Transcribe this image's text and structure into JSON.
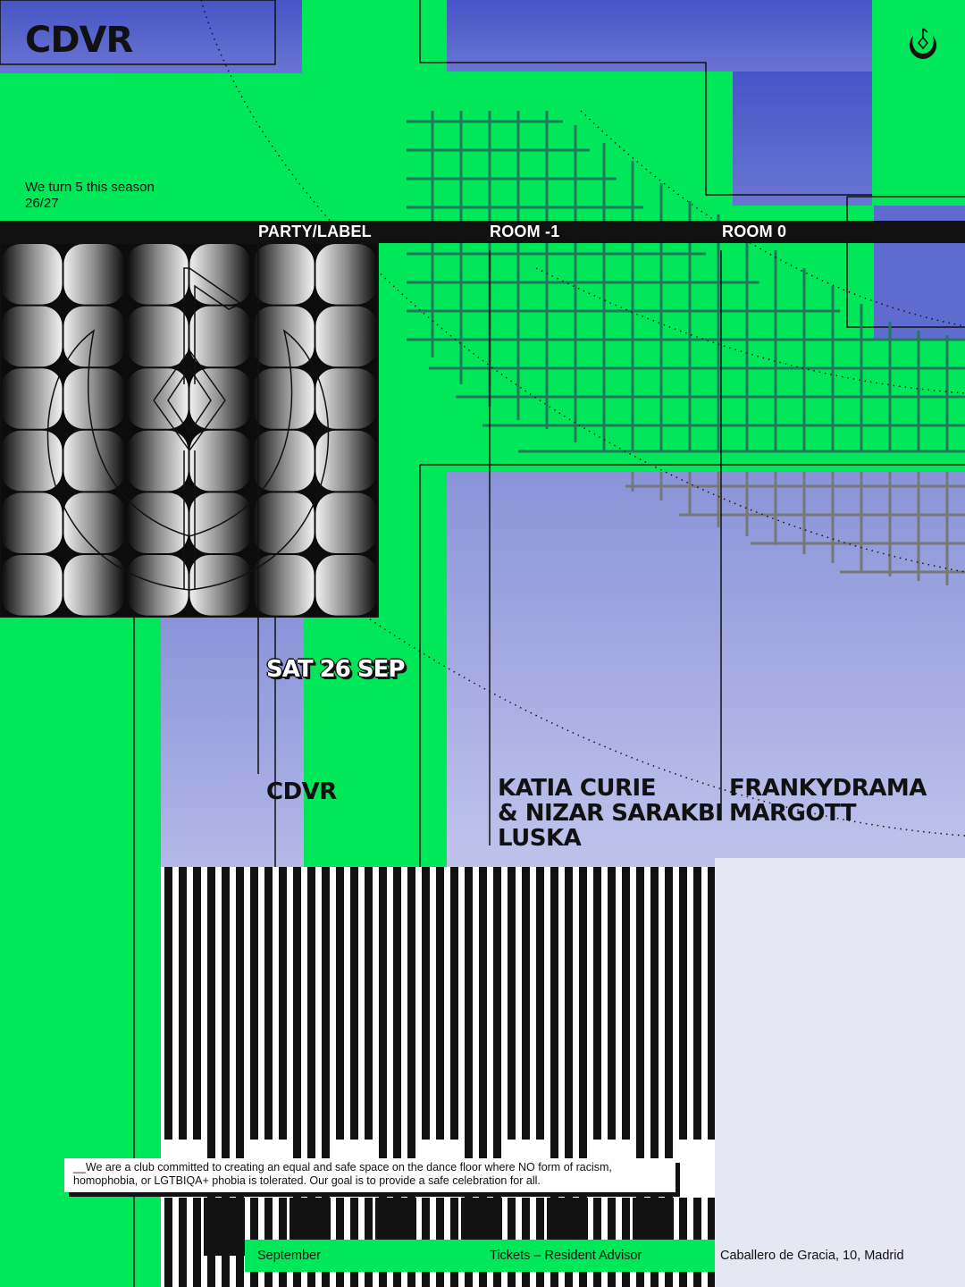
{
  "brand": {
    "logo_text": "CDVR",
    "tagline_line1": "We turn 5 this season",
    "tagline_line2": "26/27",
    "icon": "moon-diamond-emblem-icon"
  },
  "columns": {
    "party_label": "PARTY/LABEL",
    "room_minus1": "ROOM -1",
    "room_0": "ROOM 0"
  },
  "event": {
    "date": "SAT 26 SEP",
    "party": "CDVR",
    "room_minus1_artists": [
      "KATIA CURIE",
      "& NIZAR SARAKBI",
      "LUSKA"
    ],
    "room_0_artists": [
      "FRANKYDRAMA",
      "MARGOTT"
    ]
  },
  "notice": "__We are a club committed to creating an equal and safe space on the dance floor where NO form of racism, homophobia, or LGTBIQA+ phobia is tolerated. Our goal is to provide a safe celebration for all.",
  "footer": {
    "month": "September",
    "tickets": "Tickets – Resident Advisor",
    "address": "Caballero de Gracia, 10, Madrid"
  },
  "colors": {
    "green": "#00e85a",
    "blue": "#4b5bc8",
    "ink": "#111111"
  }
}
